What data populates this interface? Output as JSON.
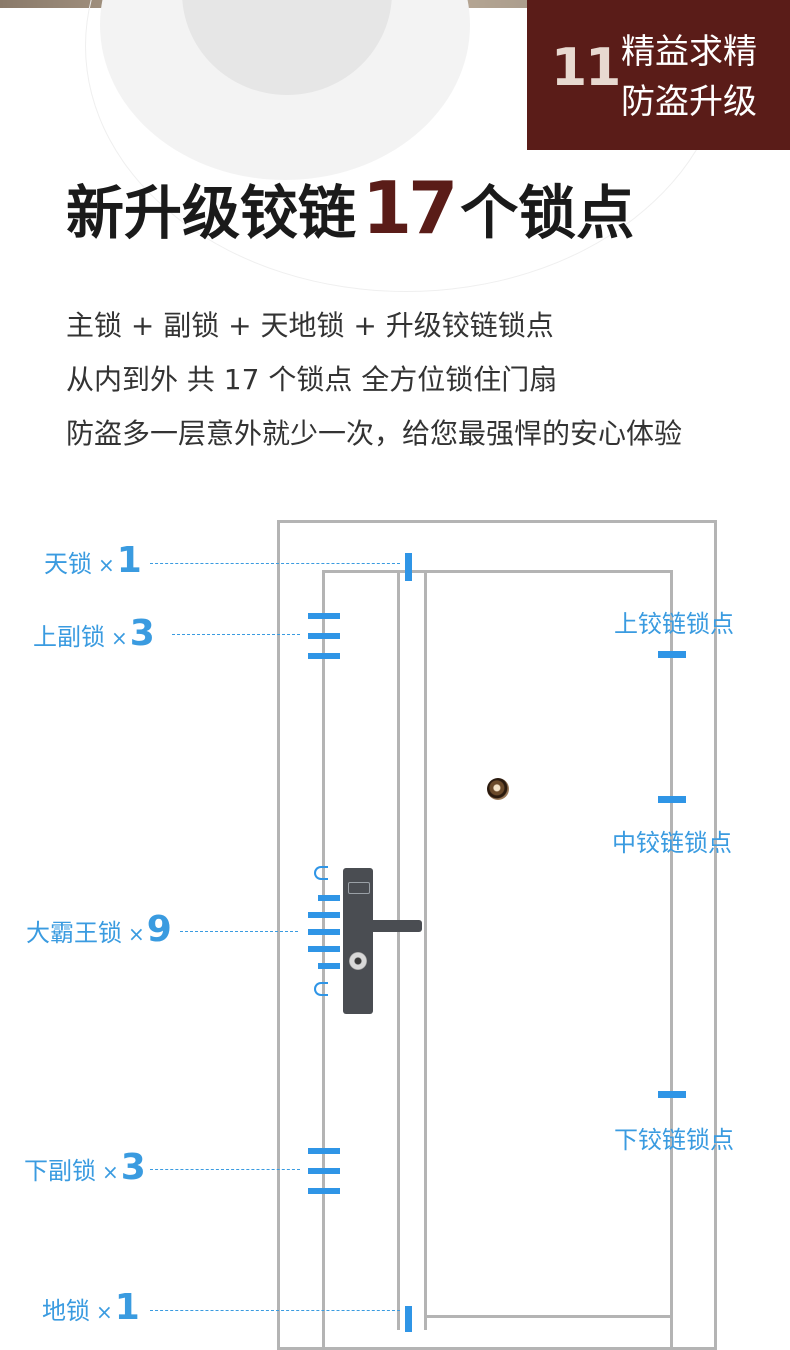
{
  "badge": {
    "number": "11",
    "line1": "精益求精",
    "line2": "防盗升级"
  },
  "headline": {
    "before": "新升级铰链",
    "number": "17",
    "after": "个锁点"
  },
  "description": [
    "主锁 + 副锁 + 天地锁 + 升级铰链锁点",
    "从内到外 共 17 个锁点 全方位锁住门扇",
    "防盗多一层意外就少一次，给您最强悍的安心体验"
  ],
  "left_labels": {
    "sky": {
      "name": "天锁",
      "times": "×",
      "count": "1"
    },
    "upper": {
      "name": "上副锁",
      "times": "×",
      "count": "3"
    },
    "main": {
      "name": "大霸王锁",
      "times": "×",
      "count": "9"
    },
    "lower": {
      "name": "下副锁",
      "times": "×",
      "count": "3"
    },
    "ground": {
      "name": "地锁",
      "times": "×",
      "count": "1"
    }
  },
  "right_labels": {
    "upper_hinge": "上铰链锁点",
    "middle_hinge": "中铰链锁点",
    "lower_hinge": "下铰链锁点"
  },
  "colors": {
    "accent_blue": "#3a9be0",
    "badge_red": "#5a1c18",
    "frame_gray": "#b4b4b4"
  }
}
